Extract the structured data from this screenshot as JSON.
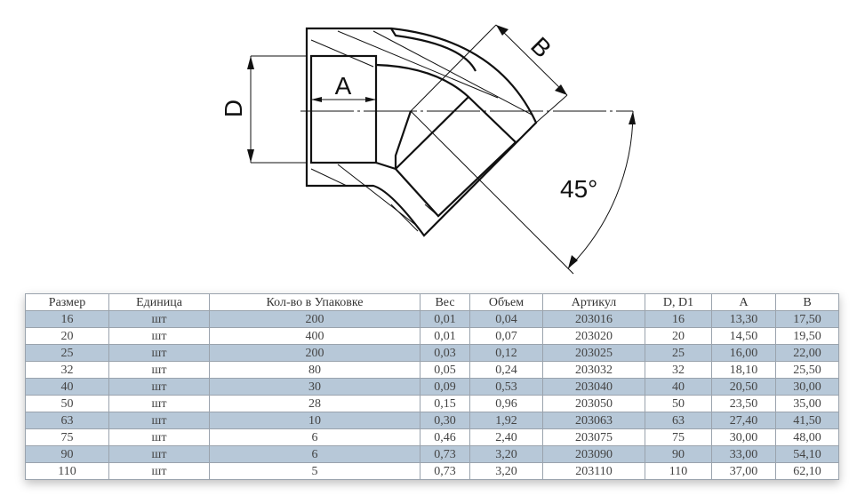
{
  "drawing": {
    "labels": {
      "d": "D",
      "a": "A",
      "b": "B",
      "angle": "45°"
    }
  },
  "table": {
    "headers": [
      "Размер",
      "Единица",
      "Кол-во в Упаковке",
      "Вес",
      "Объем",
      "Артикул",
      "D, D1",
      "A",
      "B"
    ],
    "rows": [
      [
        "16",
        "шт",
        "200",
        "0,01",
        "0,04",
        "203016",
        "16",
        "13,30",
        "17,50"
      ],
      [
        "20",
        "шт",
        "400",
        "0,01",
        "0,07",
        "203020",
        "20",
        "14,50",
        "19,50"
      ],
      [
        "25",
        "шт",
        "200",
        "0,03",
        "0,12",
        "203025",
        "25",
        "16,00",
        "22,00"
      ],
      [
        "32",
        "шт",
        "80",
        "0,05",
        "0,24",
        "203032",
        "32",
        "18,10",
        "25,50"
      ],
      [
        "40",
        "шт",
        "30",
        "0,09",
        "0,53",
        "203040",
        "40",
        "20,50",
        "30,00"
      ],
      [
        "50",
        "шт",
        "28",
        "0,15",
        "0,96",
        "203050",
        "50",
        "23,50",
        "35,00"
      ],
      [
        "63",
        "шт",
        "10",
        "0,30",
        "1,92",
        "203063",
        "63",
        "27,40",
        "41,50"
      ],
      [
        "75",
        "шт",
        "6",
        "0,46",
        "2,40",
        "203075",
        "75",
        "30,00",
        "48,00"
      ],
      [
        "90",
        "шт",
        "6",
        "0,73",
        "3,20",
        "203090",
        "90",
        "33,00",
        "54,10"
      ],
      [
        "110",
        "шт",
        "5",
        "0,73",
        "3,20",
        "203110",
        "110",
        "37,00",
        "62,10"
      ]
    ]
  },
  "colors": {
    "row_stripe": "#b7c8d8",
    "border": "#9aa3ad"
  }
}
